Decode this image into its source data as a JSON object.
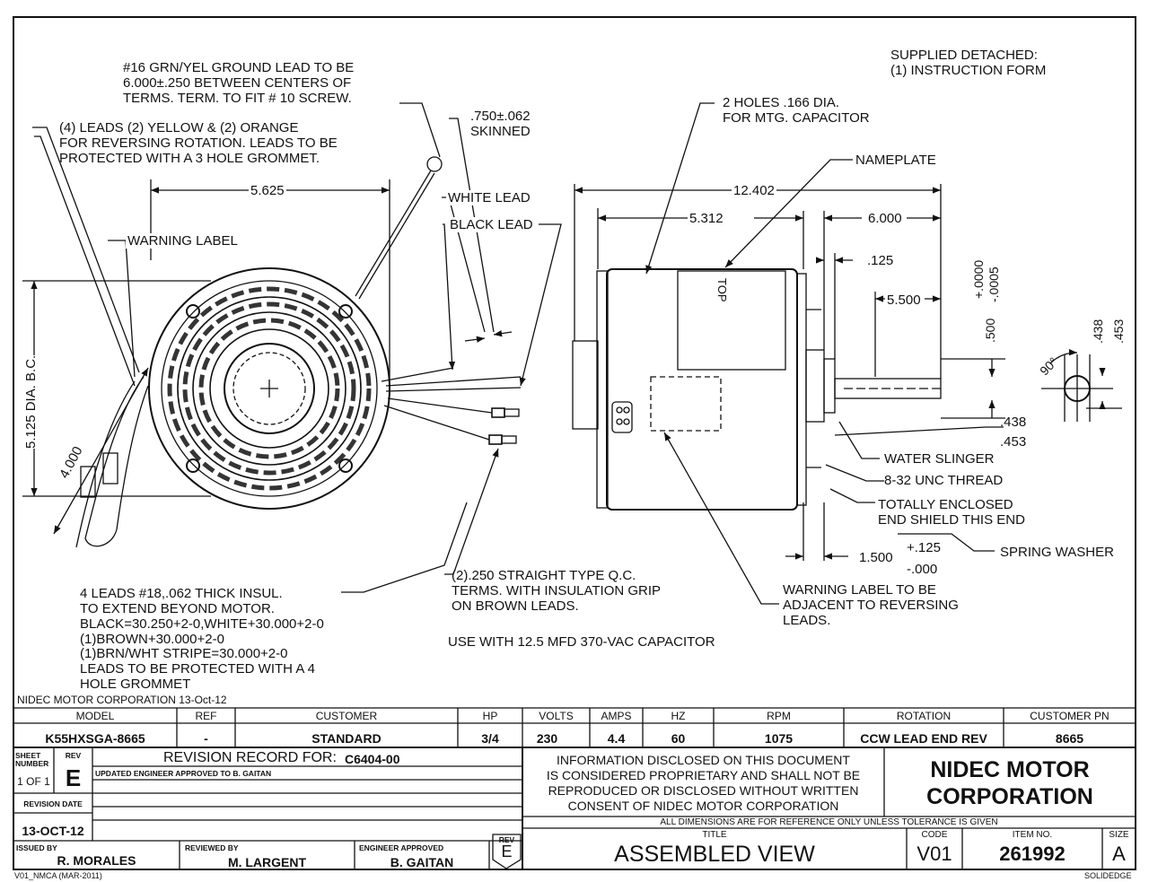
{
  "notes": {
    "supplied": [
      "SUPPLIED DETACHED:",
      "(1) INSTRUCTION FORM"
    ],
    "ground": [
      "#16 GRN/YEL GROUND LEAD TO BE",
      "6.000±.250 BETWEEN CENTERS OF",
      "TERMS. TERM. TO FIT # 10 SCREW."
    ],
    "leads": [
      "(4) LEADS (2) YELLOW & (2) ORANGE",
      "FOR REVERSING ROTATION. LEADS TO BE",
      "PROTECTED WITH A 3 HOLE GROMMET."
    ],
    "skinned": [
      ".750±.062",
      "SKINNED"
    ],
    "white_lead": "WHITE LEAD",
    "black_lead": "BLACK LEAD",
    "warning_label": "WARNING LABEL",
    "holes": [
      "2 HOLES .166 DIA.",
      "FOR MTG. CAPACITOR"
    ],
    "nameplate": "NAMEPLATE",
    "top": "TOP",
    "water_slinger": "WATER SLINGER",
    "thread": "8-32 UNC THREAD",
    "enclosed": [
      "TOTALLY ENCLOSED",
      "END SHIELD THIS END"
    ],
    "spring_washer": "SPRING WASHER",
    "warning_adjacent": [
      "WARNING LABEL TO BE",
      "ADJACENT TO REVERSING",
      "LEADS."
    ],
    "qc_terms": [
      "(2).250 STRAIGHT TYPE Q.C.",
      "TERMS. WITH INSULATION GRIP",
      "ON BROWN LEADS."
    ],
    "capacitor": "USE WITH 12.5 MFD 370-VAC CAPACITOR",
    "leads18": [
      "4 LEADS #18,.062 THICK INSUL.",
      "TO EXTEND BEYOND MOTOR.",
      "BLACK=30.250+2-0,WHITE+30.000+2-0",
      "(1)BROWN+30.000+2-0",
      "(1)BRN/WHT STRIPE=30.000+2-0",
      "LEADS TO BE PROTECTED WITH A 4",
      "HOLE GROMMET"
    ],
    "corp_date": "NIDEC MOTOR CORPORATION 13-Oct-12",
    "form_id": "V01_NMCA (MAR-2011)",
    "solidedge": "SOLIDEDGE"
  },
  "dims": {
    "d5625": "5.625",
    "dbc": "5.125 DIA. B.C.",
    "d4000": "4.000",
    "d12402": "12.402",
    "d5312": "5.312",
    "d6000": "6.000",
    "d125": ".125",
    "d5500": "5.500",
    "tol_plus": "+.0000",
    "tol_minus": "-.0005",
    "d500": ".500",
    "d438": ".438",
    "d453": ".453",
    "deg90": "90°",
    "d438b": ".438",
    "d453b": ".453",
    "d1500": "1.500",
    "p125": "+.125",
    "m000": "-.000"
  },
  "title_block": {
    "headers": {
      "model": "MODEL",
      "ref": "REF",
      "customer": "CUSTOMER",
      "hp": "HP",
      "volts": "VOLTS",
      "amps": "AMPS",
      "hz": "HZ",
      "rpm": "RPM",
      "rotation": "ROTATION",
      "customer_pn": "CUSTOMER PN"
    },
    "values": {
      "model": "K55HXSGA-8665",
      "ref": "-",
      "customer": "STANDARD",
      "hp": "3/4",
      "volts": "230",
      "amps": "4.4",
      "hz": "60",
      "rpm": "1075",
      "rotation": "CCW LEAD END REV",
      "customer_pn": "8665"
    },
    "sheet_label": [
      "SHEET",
      "NUMBER"
    ],
    "sheet_value": "1 OF 1",
    "rev_label": "REV",
    "rev_value": "E",
    "revision_record_label": "REVISION RECORD FOR:",
    "revision_record_value": "C6404-00",
    "revision_note": "UPDATED ENGINEER APPROVED TO B. GAITAN",
    "revision_date_label": "REVISION DATE",
    "revision_date": "13-OCT-12",
    "proprietary": [
      "INFORMATION DISCLOSED ON THIS DOCUMENT",
      "IS CONSIDERED PROPRIETARY AND SHALL NOT BE",
      "REPRODUCED OR DISCLOSED WITHOUT WRITTEN",
      "CONSENT OF NIDEC MOTOR CORPORATION"
    ],
    "company": [
      "NIDEC MOTOR",
      "CORPORATION"
    ],
    "dimension_note": "ALL DIMENSIONS ARE FOR REFERENCE ONLY UNLESS TOLERANCE IS GIVEN",
    "issued_by_label": "ISSUED BY",
    "issued_by": "R. MORALES",
    "reviewed_by_label": "REVIEWED BY",
    "reviewed_by": "M. LARGENT",
    "engineer_label": "ENGINEER APPROVED",
    "engineer": "B. GAITAN",
    "rev_box_label": "REV",
    "rev_box_value": "E",
    "title_label": "TITLE",
    "title": "ASSEMBLED VIEW",
    "code_label": "CODE",
    "code": "V01",
    "item_label": "ITEM NO.",
    "item": "261992",
    "size_label": "SIZE",
    "size": "A"
  }
}
